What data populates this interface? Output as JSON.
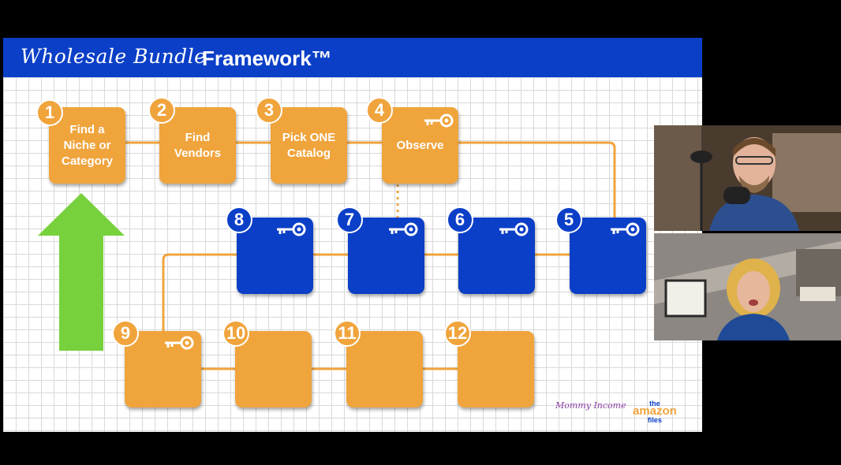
{
  "title": {
    "script": "Wholesale Bundle",
    "bold": "Framework™"
  },
  "steps": [
    {
      "num": "1",
      "label": [
        "Find a",
        "Niche or",
        "Category"
      ],
      "color": "orange"
    },
    {
      "num": "2",
      "label": [
        "Find",
        "Vendors"
      ],
      "color": "orange"
    },
    {
      "num": "3",
      "label": [
        "Pick ONE",
        "Catalog"
      ],
      "color": "orange"
    },
    {
      "num": "4",
      "label": [
        "Observe"
      ],
      "color": "orange",
      "key": true
    },
    {
      "num": "5",
      "label": [],
      "color": "blue",
      "key": true
    },
    {
      "num": "6",
      "label": [],
      "color": "blue",
      "key": true
    },
    {
      "num": "7",
      "label": [],
      "color": "blue",
      "key": true
    },
    {
      "num": "8",
      "label": [],
      "color": "blue",
      "key": true
    },
    {
      "num": "9",
      "label": [],
      "color": "orange",
      "key": true
    },
    {
      "num": "10",
      "label": [],
      "color": "orange"
    },
    {
      "num": "11",
      "label": [],
      "color": "orange"
    },
    {
      "num": "12",
      "label": [],
      "color": "orange"
    }
  ],
  "logos": {
    "mommy": "Mommy Income",
    "amazon_the": "the",
    "amazon_brand": "amazon",
    "amazon_files": "files"
  },
  "colors": {
    "orange": "#f0a43c",
    "blue": "#0b3fc7",
    "arrow": "#77d13d",
    "line": "#f0a43c"
  },
  "icons": {
    "key": "key-icon",
    "arrow": "up-arrow-icon"
  },
  "participants": [
    {
      "role": "presenter",
      "tile": "video-tile-top"
    },
    {
      "role": "presenter",
      "tile": "video-tile-bottom"
    }
  ]
}
